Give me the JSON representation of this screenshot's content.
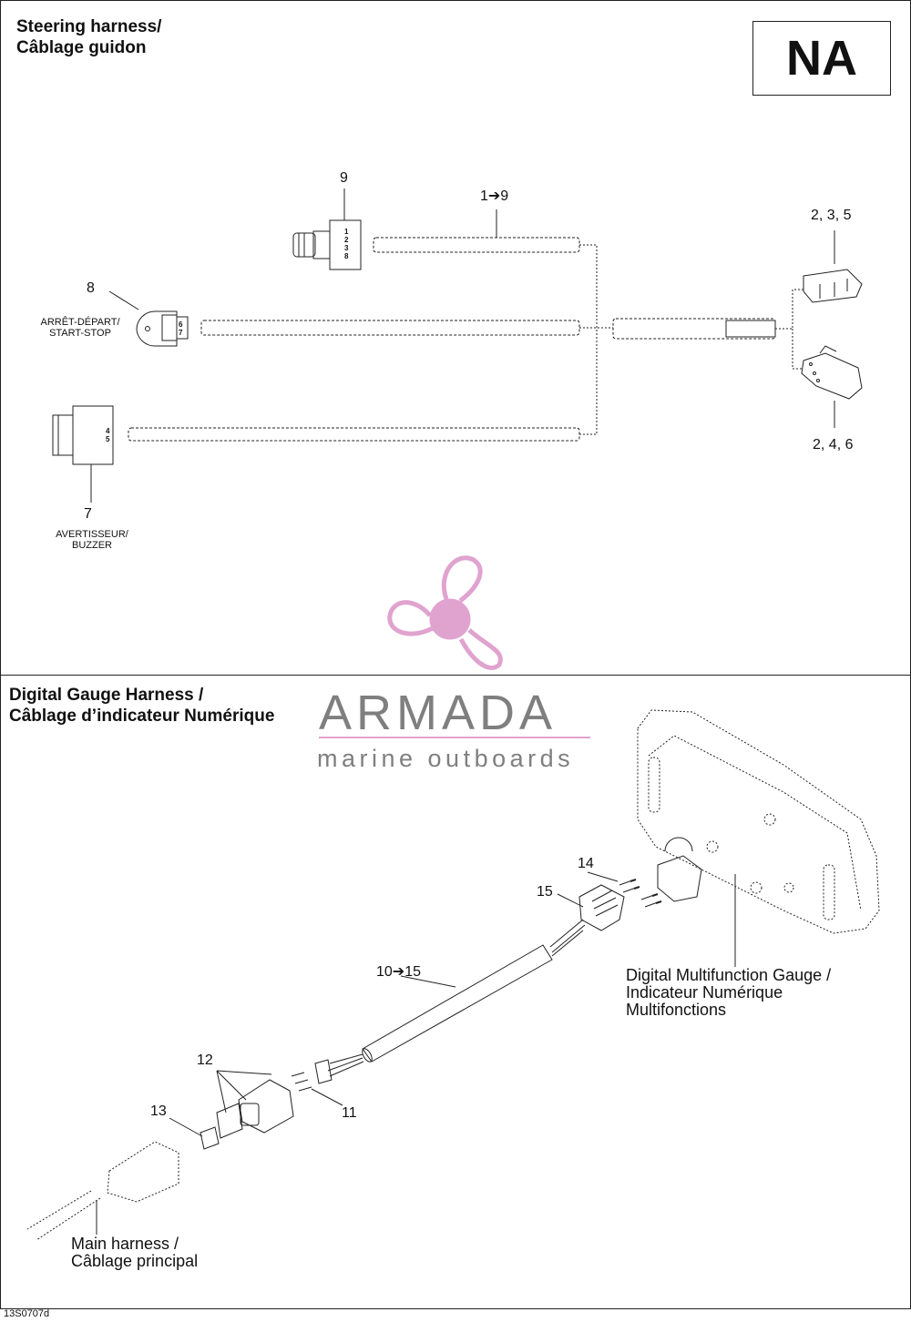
{
  "sections": {
    "steering": {
      "title_line1": "Steering harness/",
      "title_line2": "Câblage guidon"
    },
    "gauge": {
      "title_line1": "Digital Gauge Harness /",
      "title_line2": "Câblage d’indicateur Numérique"
    }
  },
  "region_badge": "NA",
  "callouts": {
    "c9": "9",
    "c1_9": "1➔9",
    "c8": "8",
    "c7": "7",
    "c235": "2, 3, 5",
    "c246": "2, 4, 6",
    "c14": "14",
    "c15": "15",
    "c10_15": "10➔15",
    "c12": "12",
    "c13": "13",
    "c11": "11"
  },
  "labels": {
    "start_stop_fr": "ARRÊT-DÉPART/",
    "start_stop_en": "START-STOP",
    "buzzer_fr": "AVERTISSEUR/",
    "buzzer_en": "BUZZER",
    "gauge_line1": "Digital Multifunction Gauge /",
    "gauge_line2": "Indicateur Numérique",
    "gauge_line3": "Multifonctions",
    "main_line1": "Main harness /",
    "main_line2": "Câblage principal"
  },
  "connector_pins": {
    "p9": [
      "1",
      "2",
      "3",
      "8"
    ],
    "p8": [
      "6",
      "7"
    ],
    "p7": [
      "4",
      "5"
    ]
  },
  "watermark": {
    "brand": "ARMADA",
    "tagline": "marine outboards",
    "accent_color": "#e0a3cf"
  },
  "footer_code": "13S0707d"
}
